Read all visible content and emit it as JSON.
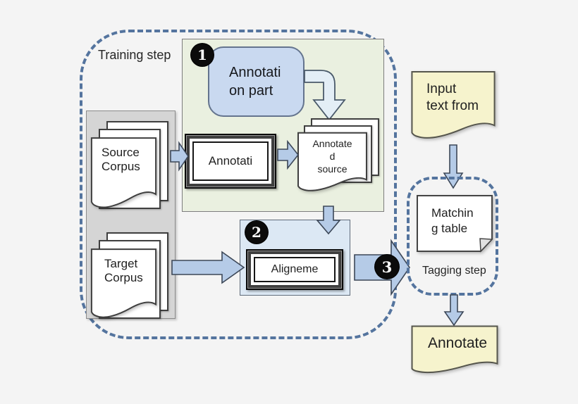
{
  "diagram": {
    "regions": {
      "training": {
        "label": "Training step"
      },
      "tagging": {
        "label": "Tagging step"
      }
    },
    "badges": {
      "step1": "1",
      "step2": "2",
      "step3": "3"
    },
    "nodes": {
      "annotation_part": "Annotati\non part",
      "annotation_tool": "Annotati",
      "alignment_tool": "Aligneme",
      "source_corpus": "Source\nCorpus",
      "target_corpus": "Target\nCorpus",
      "annotated_source": "Annotate\nd\nsource",
      "input_text": "Input\ntext from",
      "matching_table": "Matchin\ng table",
      "annotated_output": "Annotate"
    },
    "colors": {
      "dash": "#54749e",
      "green_panel": "#eaf0e0",
      "blue_panel": "#dce8f4",
      "gray_panel": "#d5d5d5",
      "node_blue": "#c9d9f0",
      "doc_yellow": "#f6f3cd",
      "doc_white": "#ffffff",
      "arrow_fill": "#b5cbe7",
      "elbow_fill": "#e3eef6",
      "badge_bg": "#0b0b0b",
      "ink": "#1f1f1f"
    }
  }
}
